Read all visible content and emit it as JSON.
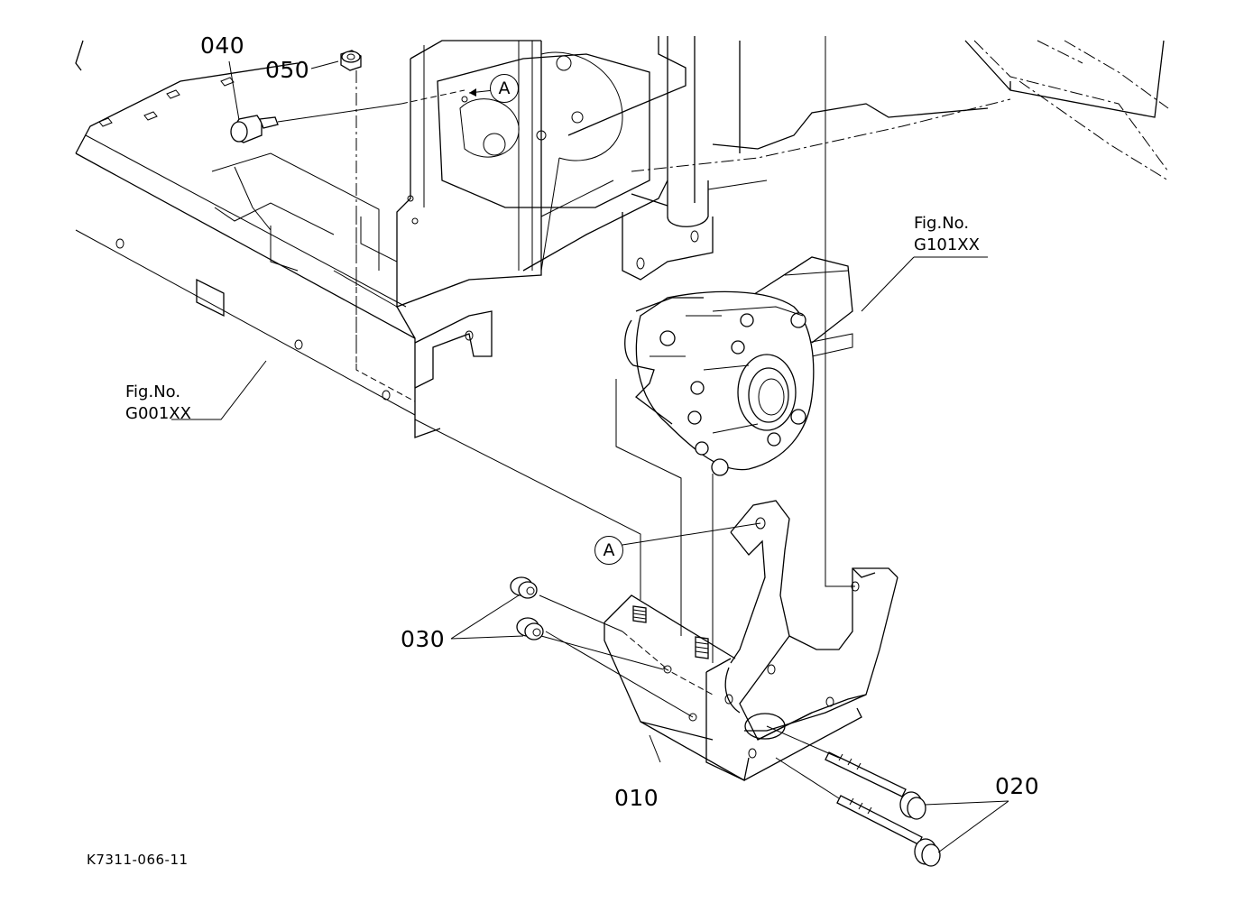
{
  "labels": {
    "part_010": "010",
    "part_020": "020",
    "part_030": "030",
    "part_040": "040",
    "part_050": "050"
  },
  "figure_refs": {
    "g001": {
      "prefix": "Fig.No.",
      "code": "G001XX"
    },
    "g101": {
      "prefix": "Fig.No.",
      "code": "G101XX"
    }
  },
  "callouts": {
    "upper": "A",
    "lower": "A"
  },
  "drawing_id": "K7311-066-11"
}
